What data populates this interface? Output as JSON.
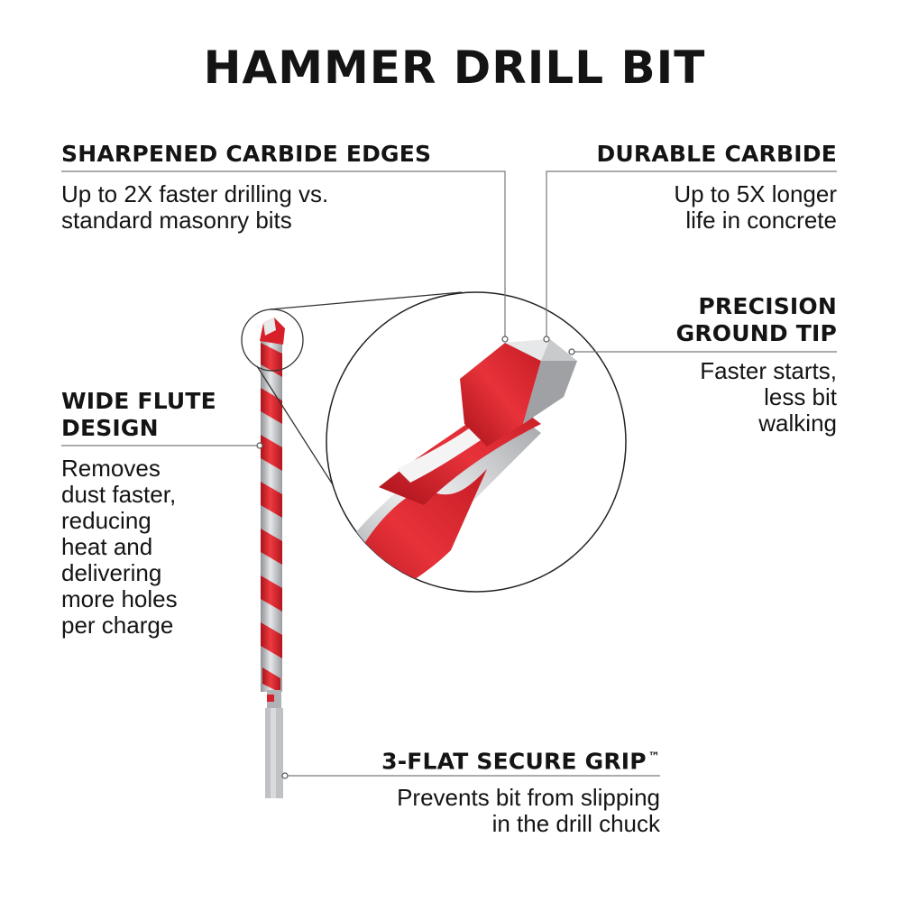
{
  "title": "HAMMER DRILL BIT",
  "features": {
    "carbide_edges": {
      "heading": "SHARPENED CARBIDE EDGES",
      "body": [
        "Up to 2X faster drilling vs.",
        "standard masonry bits"
      ]
    },
    "durable_carbide": {
      "heading": "DURABLE CARBIDE",
      "body": [
        "Up to 5X longer",
        "life in concrete"
      ]
    },
    "precision_tip": {
      "heading": [
        "PRECISION",
        "GROUND TIP"
      ],
      "body": [
        "Faster starts,",
        "less bit",
        "walking"
      ]
    },
    "wide_flute": {
      "heading": [
        "WIDE FLUTE",
        "DESIGN"
      ],
      "body": [
        "Removes",
        "dust faster,",
        "reducing",
        "heat and",
        "delivering",
        "more holes",
        "per charge"
      ]
    },
    "secure_grip": {
      "heading": "3-FLAT SECURE GRIP",
      "trademark": "™",
      "body": [
        "Prevents bit from slipping",
        "in the drill chuck"
      ]
    }
  },
  "colors": {
    "bit_red": "#d8202a",
    "bit_silver": "#c7c9cc",
    "text": "#141414",
    "line": "#7a7a7a"
  }
}
